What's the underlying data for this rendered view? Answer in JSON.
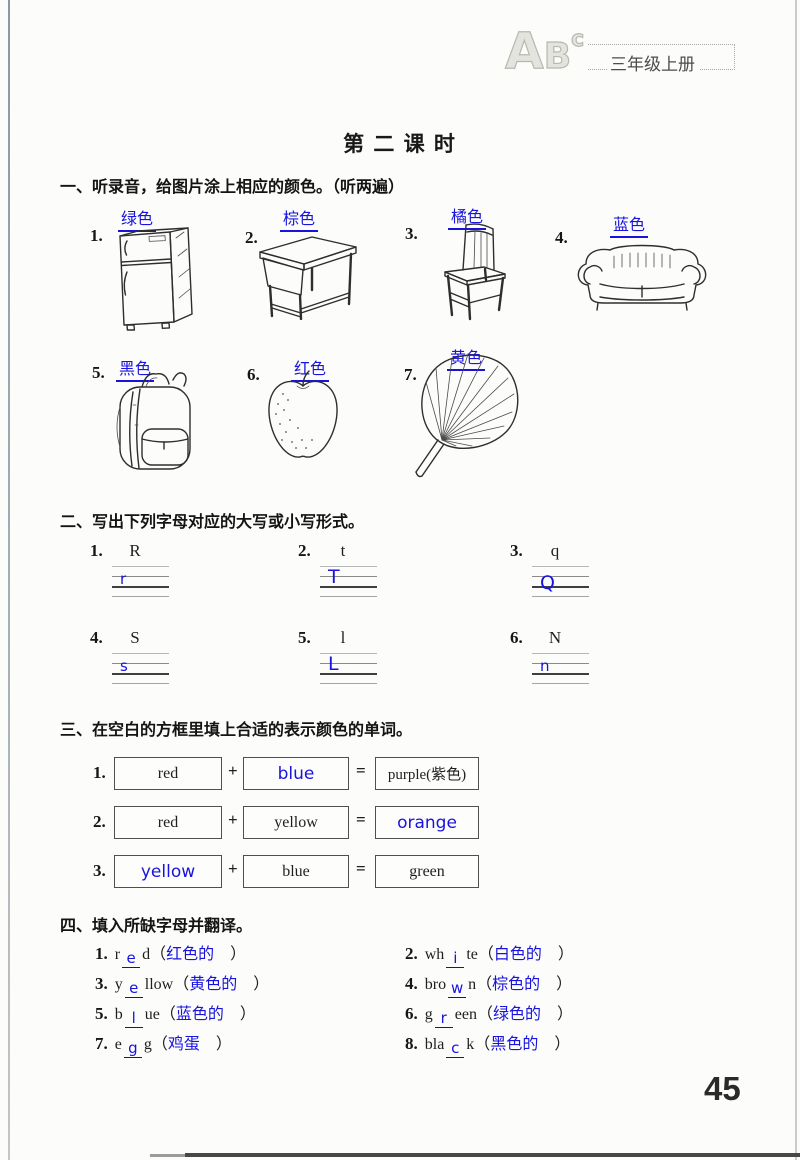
{
  "header": {
    "logo_a": "A",
    "logo_b": "B",
    "logo_c": "c",
    "grade": "三年级上册"
  },
  "lesson_title": "第 二 课 时",
  "page_number": "45",
  "colors": {
    "handwriting_blue": "#1813dd",
    "print_ink": "#1f1f1f"
  },
  "section1": {
    "heading": "一、听录音，给图片涂上相应的颜色。（听两遍）",
    "items": [
      {
        "num": "1.",
        "answer": "绿色",
        "object": "refrigerator"
      },
      {
        "num": "2.",
        "answer": "棕色",
        "object": "desk"
      },
      {
        "num": "3.",
        "answer": "橘色",
        "object": "chair"
      },
      {
        "num": "4.",
        "answer": "蓝色",
        "object": "sofa"
      },
      {
        "num": "5.",
        "answer": "黑色",
        "object": "backpack"
      },
      {
        "num": "6.",
        "answer": "红色",
        "object": "apple"
      },
      {
        "num": "7.",
        "answer": "黄色",
        "object": "fan"
      }
    ]
  },
  "section2": {
    "heading": "二、写出下列字母对应的大写或小写形式。",
    "items": [
      {
        "num": "1.",
        "prompt": "R",
        "answer": "r"
      },
      {
        "num": "2.",
        "prompt": "t",
        "answer": "T"
      },
      {
        "num": "3.",
        "prompt": "q",
        "answer": "Q"
      },
      {
        "num": "4.",
        "prompt": "S",
        "answer": "s"
      },
      {
        "num": "5.",
        "prompt": "l",
        "answer": "L"
      },
      {
        "num": "6.",
        "prompt": "N",
        "answer": "n"
      }
    ]
  },
  "section3": {
    "heading": "三、在空白的方框里填上合适的表示颜色的单词。",
    "plus": "+",
    "equals": "=",
    "rows": [
      {
        "num": "1.",
        "a": "red",
        "b": "blue",
        "result": "purple(紫色)"
      },
      {
        "num": "2.",
        "a": "red",
        "b": "yellow",
        "result": "orange"
      },
      {
        "num": "3.",
        "a": "yellow",
        "b": "blue",
        "result": "green"
      }
    ]
  },
  "section4": {
    "heading": "四、填入所缺字母并翻译。",
    "items": [
      {
        "num": "1.",
        "pre": "r",
        "letter": "e",
        "post": "d（",
        "trans": "红色的",
        "end": "）"
      },
      {
        "num": "2.",
        "pre": "wh",
        "letter": "i",
        "post": "te（",
        "trans": "白色的",
        "end": "）"
      },
      {
        "num": "3.",
        "pre": "y",
        "letter": "e",
        "post": "llow（",
        "trans": "黄色的",
        "end": "）"
      },
      {
        "num": "4.",
        "pre": "bro",
        "letter": "w",
        "post": "n（",
        "trans": "棕色的",
        "end": "）"
      },
      {
        "num": "5.",
        "pre": "b",
        "letter": "l",
        "post": "ue（",
        "trans": "蓝色的",
        "end": "）"
      },
      {
        "num": "6.",
        "pre": "g",
        "letter": "r",
        "post": "een（",
        "trans": "绿色的",
        "end": "）"
      },
      {
        "num": "7.",
        "pre": "e",
        "letter": "g",
        "post": "g（",
        "trans": "鸡蛋",
        "end": "）"
      },
      {
        "num": "8.",
        "pre": "bla",
        "letter": "c",
        "post": "k（",
        "trans": "黑色的",
        "end": "）"
      }
    ]
  }
}
